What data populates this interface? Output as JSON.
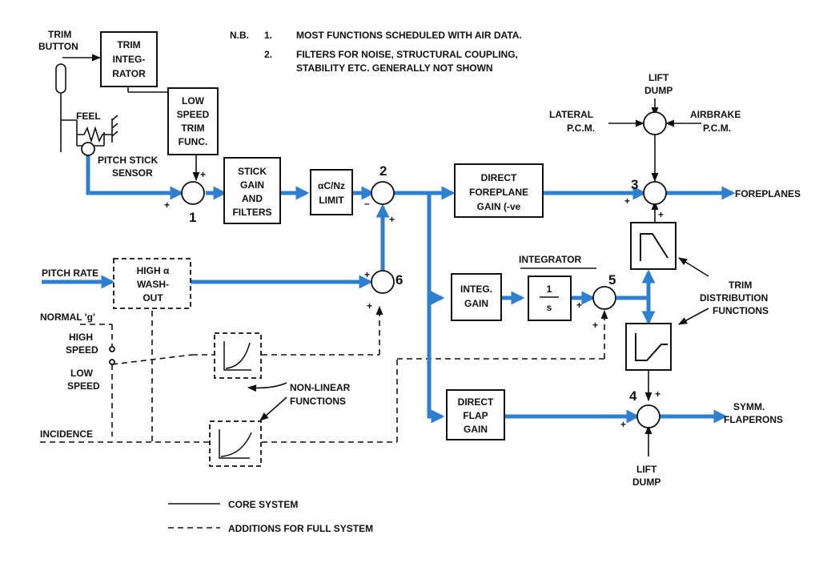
{
  "notes": {
    "nb": "N.B.",
    "n1_num": "1.",
    "n1_text": "MOST FUNCTIONS SCHEDULED WITH AIR DATA.",
    "n2_num": "2.",
    "n2_line1": "FILTERS FOR NOISE, STRUCTURAL COUPLING,",
    "n2_line2": "STABILITY ETC. GENERALLY NOT SHOWN"
  },
  "blocks": {
    "trim_integrator": [
      "TRIM",
      "INTEG-",
      "RATOR"
    ],
    "low_speed_trim": [
      "LOW",
      "SPEED",
      "TRIM",
      "FUNC."
    ],
    "stick_gain": [
      "STICK",
      "GAIN",
      "AND",
      "FILTERS"
    ],
    "limit": [
      "αC/Nz",
      "LIMIT"
    ],
    "high_washout": [
      "HIGH α",
      "WASH-",
      "OUT"
    ],
    "direct_foreplane": [
      "DIRECT",
      "FOREPLANE",
      "GAIN (-ve"
    ],
    "integ_gain": [
      "INTEG.",
      "GAIN"
    ],
    "integrator_top": "1",
    "integrator_bottom": "s",
    "direct_flap": [
      "DIRECT",
      "FLAP",
      "GAIN"
    ]
  },
  "labels": {
    "trim_button": [
      "TRIM",
      "BUTTON"
    ],
    "feel": "FEEL",
    "pitch_stick_sensor": [
      "PITCH STICK",
      "SENSOR"
    ],
    "pitch_rate": "PITCH RATE",
    "normal_g": "NORMAL 'g'",
    "high_speed": [
      "HIGH",
      "SPEED"
    ],
    "low_speed": [
      "LOW",
      "SPEED"
    ],
    "incidence": "INCIDENCE",
    "non_linear": [
      "NON-LINEAR",
      "FUNCTIONS"
    ],
    "integrator": "INTEGRATOR",
    "lift_dump_top": [
      "LIFT",
      "DUMP"
    ],
    "lift_dump_bottom": [
      "LIFT",
      "DUMP"
    ],
    "lateral_pcm": [
      "LATERAL",
      "P.C.M."
    ],
    "airbrake_pcm": [
      "AIRBRAKE",
      "P.C.M."
    ],
    "trim_distribution": [
      "TRIM",
      "DISTRIBUTION",
      "FUNCTIONS"
    ],
    "foreplanes": "FOREPLANES",
    "symm_flaperons": [
      "SYMM.",
      "FLAPERONS"
    ]
  },
  "junctions": {
    "j1": "1",
    "j2": "2",
    "j3": "3",
    "j4": "4",
    "j5": "5",
    "j6": "6"
  },
  "signs": {
    "plus": "+",
    "minus": "–"
  },
  "legend": {
    "core": "CORE SYSTEM",
    "full": "ADDITIONS FOR FULL SYSTEM"
  },
  "colors": {
    "core_path": "#2f7fd1",
    "lines": "#111111",
    "background": "#ffffff"
  }
}
